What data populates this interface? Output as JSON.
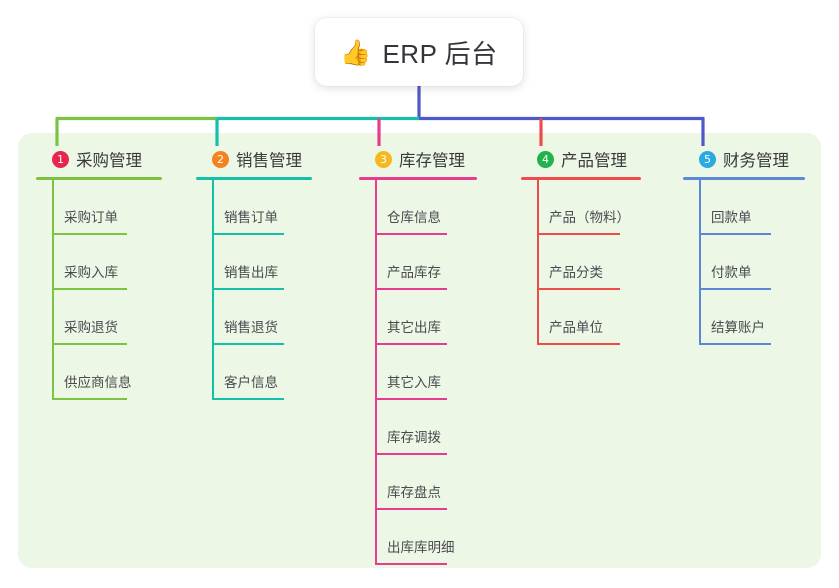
{
  "root": {
    "icon": "thumbs-up-emoji",
    "emoji": "👍",
    "title": "ERP 后台"
  },
  "palette": {
    "panel_background": "#edf7e6",
    "root_card_background": "#ffffff",
    "stem": "#4F58C8",
    "bar_left": "#7DC243",
    "bar_mid": "#16C0A8",
    "bar_right": "#4F58C8"
  },
  "branches": [
    {
      "number": "1",
      "title": "采购管理",
      "badge_color": "#E8264B",
      "line_color": "#7DC243",
      "connector_color": "#7DC243",
      "items": [
        "采购订单",
        "采购入库",
        "采购退货",
        "供应商信息"
      ]
    },
    {
      "number": "2",
      "title": "销售管理",
      "badge_color": "#F5821F",
      "line_color": "#16C0A8",
      "connector_color": "#16C0A8",
      "items": [
        "销售订单",
        "销售出库",
        "销售退货",
        "客户信息"
      ]
    },
    {
      "number": "3",
      "title": "库存管理",
      "badge_color": "#F5B81F",
      "line_color": "#EA3B8E",
      "connector_color": "#EA3B8E",
      "items": [
        "仓库信息",
        "产品库存",
        "其它出库",
        "其它入库",
        "库存调拨",
        "库存盘点",
        "出库库明细"
      ]
    },
    {
      "number": "4",
      "title": "产品管理",
      "badge_color": "#22B24C",
      "line_color": "#F04B4B",
      "connector_color": "#F04B4B",
      "items": [
        "产品（物料）",
        "产品分类",
        "产品单位"
      ]
    },
    {
      "number": "5",
      "title": "财务管理",
      "badge_color": "#29ABE2",
      "line_color": "#5B87D6",
      "connector_color": "#4F58C8",
      "items": [
        "回款单",
        "付款单",
        "结算账户"
      ]
    }
  ]
}
